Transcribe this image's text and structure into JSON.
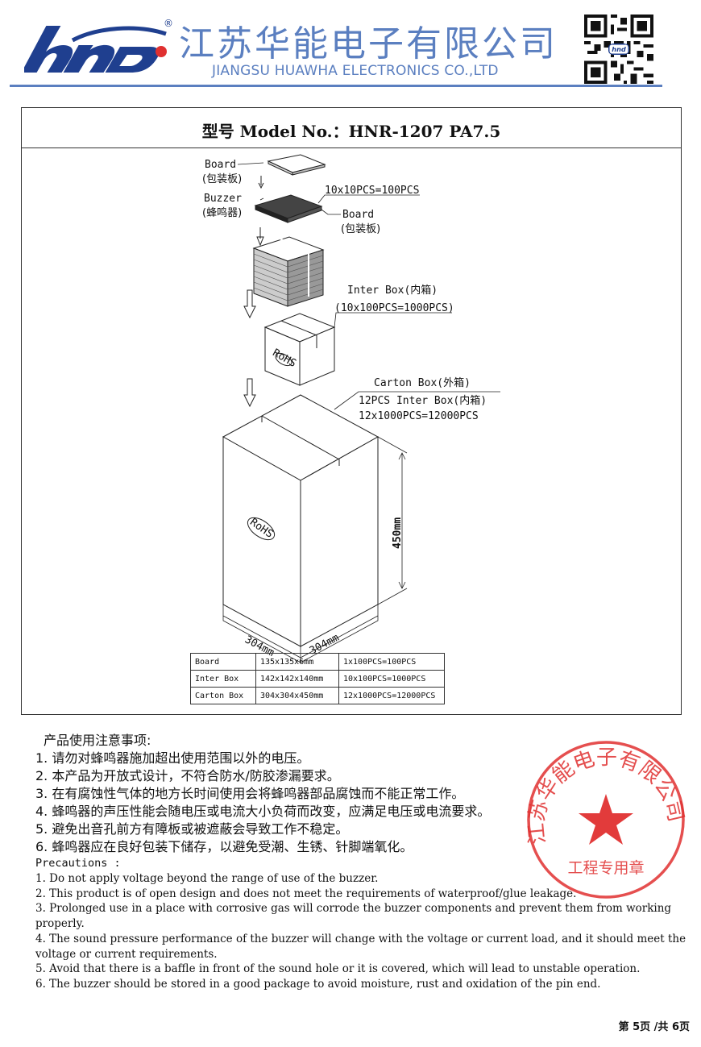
{
  "header": {
    "logo_text": "hnd",
    "registered_mark": "®",
    "company_cn": "江苏华能电子有限公司",
    "company_en": "JIANGSU HUAWHA ELECTRONICS CO.,LTD",
    "brand_color": "#5b7fc0",
    "qr_icon": "qr-code-icon"
  },
  "model": {
    "title": "型号 Model No.：HNR-1207 PA7.5"
  },
  "diagram": {
    "board_top": "Board",
    "board_top_cn": "(包装板)",
    "buzzer": "Buzzer",
    "buzzer_cn": "(蜂鸣器)",
    "layer_qty": "10x10PCS=100PCS",
    "board_bottom": "Board",
    "board_bottom_cn": "(包装板)",
    "inter_box": "Inter Box(内箱)",
    "inter_box_qty": "(10x100PCS=1000PCS)",
    "rohs_small": "RoHS",
    "carton_box": "Carton Box(外箱)",
    "carton_line1": "12PCS Inter Box(内箱)",
    "carton_line2": "12x1000PCS=12000PCS",
    "rohs_big": "RoHS",
    "height_dim": "450mm",
    "width_dim_left": "304mm",
    "width_dim_right": "304mm"
  },
  "spec_table": [
    [
      "Board",
      "135x135x6mm",
      "1x100PCS=100PCS"
    ],
    [
      "Inter Box",
      "142x142x140mm",
      "10x100PCS=1000PCS"
    ],
    [
      "Carton Box",
      "304x304x450mm",
      "12x1000PCS=12000PCS"
    ]
  ],
  "notes_cn": {
    "heading": "产品使用注意事项:",
    "items": [
      "1. 请勿对蜂鸣器施加超出使用范围以外的电压。",
      "2.  本产品为开放式设计，不符合防水/防胶渗漏要求。",
      "3.  在有腐蚀性气体的地方长时间使用会将蜂鸣器部品腐蚀而不能正常工作。",
      "4.  蜂鸣器的声压性能会随电压或电流大小负荷而改变，应满足电压或电流要求。",
      "5.  避免出音孔前方有障板或被遮蔽会导致工作不稳定。",
      "6.  蜂鸣器应在良好包装下储存，以避免受潮、生锈、针脚端氧化。"
    ]
  },
  "notes_en": {
    "heading": "Precautions :",
    "items": [
      "1. Do not apply voltage beyond the range of use of the buzzer.",
      "2. This product is of open design and does not meet the requirements of waterproof/glue leakage.",
      "3. Prolonged use in a place with corrosive gas will corrode the buzzer components and prevent them from working properly.",
      "4. The sound pressure performance of the buzzer will change with the voltage or current load, and it should meet the voltage or current requirements.",
      "5. Avoid that there is a baffle in front of the sound hole or it is covered, which will lead to unstable operation.",
      "6. The buzzer should be stored in a good package to avoid moisture, rust and oxidation of the pin end."
    ]
  },
  "stamp": {
    "ring_text": "江苏华能电子有限公司",
    "center_text": "工程专用章",
    "color": "#e03030"
  },
  "footer": {
    "page": "第 5页 /共 6页"
  }
}
